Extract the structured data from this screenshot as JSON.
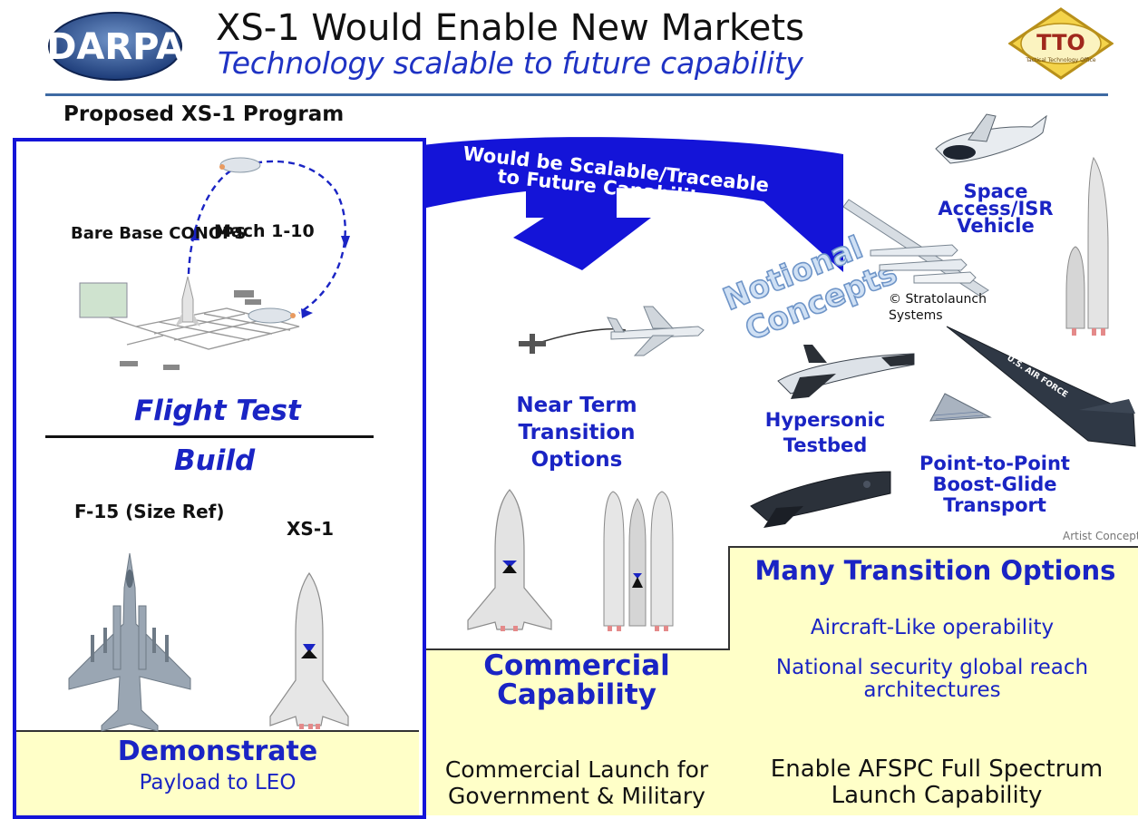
{
  "header": {
    "logo_text": "DARPA",
    "title": "XS-1 Would Enable New Markets",
    "subtitle": "Technology scalable to future capability",
    "tto_text": "TTO",
    "tto_caption": "Tactical Technology Office"
  },
  "program": {
    "title": "Proposed XS-1 Program",
    "bare_base": "Bare Base CONOPS",
    "mach": "Mach 1-10",
    "flight_test": "Flight Test",
    "build": "Build",
    "f15_label": "F-15 (Size Ref)",
    "xs1_label": "XS-1",
    "demonstrate": "Demonstrate",
    "payload": "Payload to LEO"
  },
  "arrow": {
    "line1": "Would be Scalable/Traceable",
    "line2": "to Future Capability"
  },
  "concepts": {
    "notional_line1": "Notional",
    "notional_line2": "Concepts",
    "near_term": "Near Term Transition Options",
    "hypersonic": "Hypersonic Testbed",
    "space_access": "Space Access/ISR Vehicle",
    "point_to_point": "Point-to-Point Boost-Glide Transport",
    "stratolaunch": "© Stratolaunch Systems",
    "artist": "Artist Concepts",
    "tail_text": "U.S. AIR FORCE"
  },
  "commercial": {
    "title": "Commercial Capability",
    "launch": "Commercial Launch for Government & Military"
  },
  "transition": {
    "title": "Many Transition Options",
    "aircraft": "Aircraft-Like operability",
    "natsec": "National security global reach architectures",
    "afspc": "Enable AFSPC Full Spectrum Launch Capability"
  },
  "colors": {
    "accent_blue": "#1a24c4",
    "pale_yellow": "#ffffc8",
    "rule_blue": "#3e6aa3"
  }
}
